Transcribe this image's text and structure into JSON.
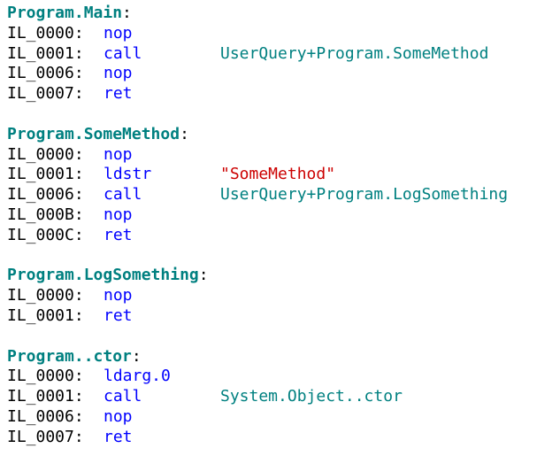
{
  "methods": [
    {
      "name": "Program.Main",
      "lines": [
        {
          "label": "IL_0000:",
          "opcode": "nop",
          "operand": "",
          "operand_kind": ""
        },
        {
          "label": "IL_0001:",
          "opcode": "call",
          "operand": "UserQuery+Program.SomeMethod",
          "operand_kind": "ref"
        },
        {
          "label": "IL_0006:",
          "opcode": "nop",
          "operand": "",
          "operand_kind": ""
        },
        {
          "label": "IL_0007:",
          "opcode": "ret",
          "operand": "",
          "operand_kind": ""
        }
      ]
    },
    {
      "name": "Program.SomeMethod",
      "lines": [
        {
          "label": "IL_0000:",
          "opcode": "nop",
          "operand": "",
          "operand_kind": ""
        },
        {
          "label": "IL_0001:",
          "opcode": "ldstr",
          "operand": "\"SomeMethod\"",
          "operand_kind": "str"
        },
        {
          "label": "IL_0006:",
          "opcode": "call",
          "operand": "UserQuery+Program.LogSomething",
          "operand_kind": "ref"
        },
        {
          "label": "IL_000B:",
          "opcode": "nop",
          "operand": "",
          "operand_kind": ""
        },
        {
          "label": "IL_000C:",
          "opcode": "ret",
          "operand": "",
          "operand_kind": ""
        }
      ]
    },
    {
      "name": "Program.LogSomething",
      "lines": [
        {
          "label": "IL_0000:",
          "opcode": "nop",
          "operand": "",
          "operand_kind": ""
        },
        {
          "label": "IL_0001:",
          "opcode": "ret",
          "operand": "",
          "operand_kind": ""
        }
      ]
    },
    {
      "name": "Program..ctor",
      "lines": [
        {
          "label": "IL_0000:",
          "opcode": "ldarg.0",
          "operand": "",
          "operand_kind": ""
        },
        {
          "label": "IL_0001:",
          "opcode": "call",
          "operand": "System.Object..ctor",
          "operand_kind": "ref"
        },
        {
          "label": "IL_0006:",
          "opcode": "nop",
          "operand": "",
          "operand_kind": ""
        },
        {
          "label": "IL_0007:",
          "opcode": "ret",
          "operand": "",
          "operand_kind": ""
        }
      ]
    }
  ],
  "colors": {
    "method_name": "#008080",
    "opcode": "#0000ff",
    "reference_operand": "#008080",
    "string_operand": "#cc0000",
    "label": "#000000"
  }
}
